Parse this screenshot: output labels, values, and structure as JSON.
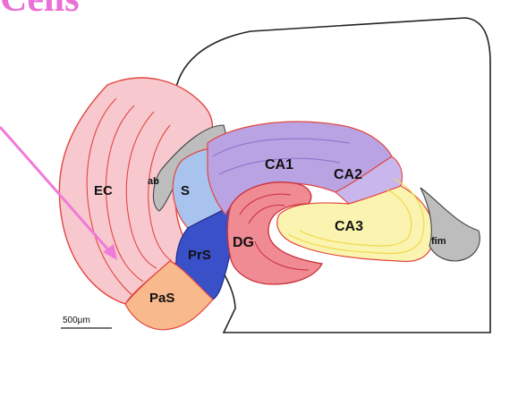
{
  "title": "Cells",
  "regions": {
    "ec": "EC",
    "ab": "ab",
    "s": "S",
    "prs": "PrS",
    "pas": "PaS",
    "dg": "DG",
    "ca1": "CA1",
    "ca2": "CA2",
    "ca3": "CA3",
    "fim": "fim"
  },
  "scale_bar": "500μm",
  "colors": {
    "title": "#ea6fd6",
    "ec": "#f7c9cf",
    "pas": "#f8b98c",
    "prs": "#3a50c9",
    "s": "#a9c3ef",
    "dg": "#f08a93",
    "ca1": "#b9a3e3",
    "ca3": "#fbf4b0",
    "gray": "#bdbdbd",
    "arrow": "#f07ad8"
  }
}
